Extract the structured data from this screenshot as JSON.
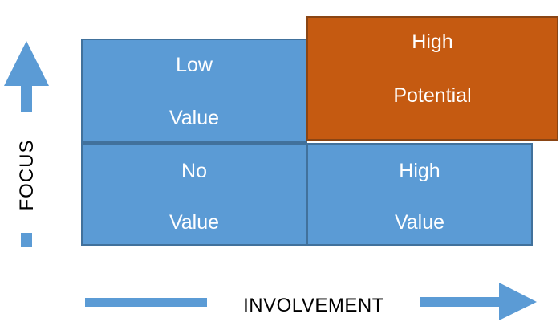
{
  "colors": {
    "quadrant_blue": "#5b9bd5",
    "highlight_orange": "#c55a11",
    "arrow_blue": "#5b9bd5"
  },
  "axes": {
    "y_label": "FOCUS",
    "x_label": "INVOLVEMENT"
  },
  "quadrants": {
    "top_left": {
      "line1": "Low",
      "line2": "Value"
    },
    "top_right": {
      "line1": "High",
      "line2": "Potential"
    },
    "bottom_left": {
      "line1": "No",
      "line2": "Value"
    },
    "bottom_right": {
      "line1": "High",
      "line2": "Value"
    }
  },
  "icons": {
    "up_arrow": "arrow-up-icon",
    "right_arrow": "arrow-right-icon"
  }
}
